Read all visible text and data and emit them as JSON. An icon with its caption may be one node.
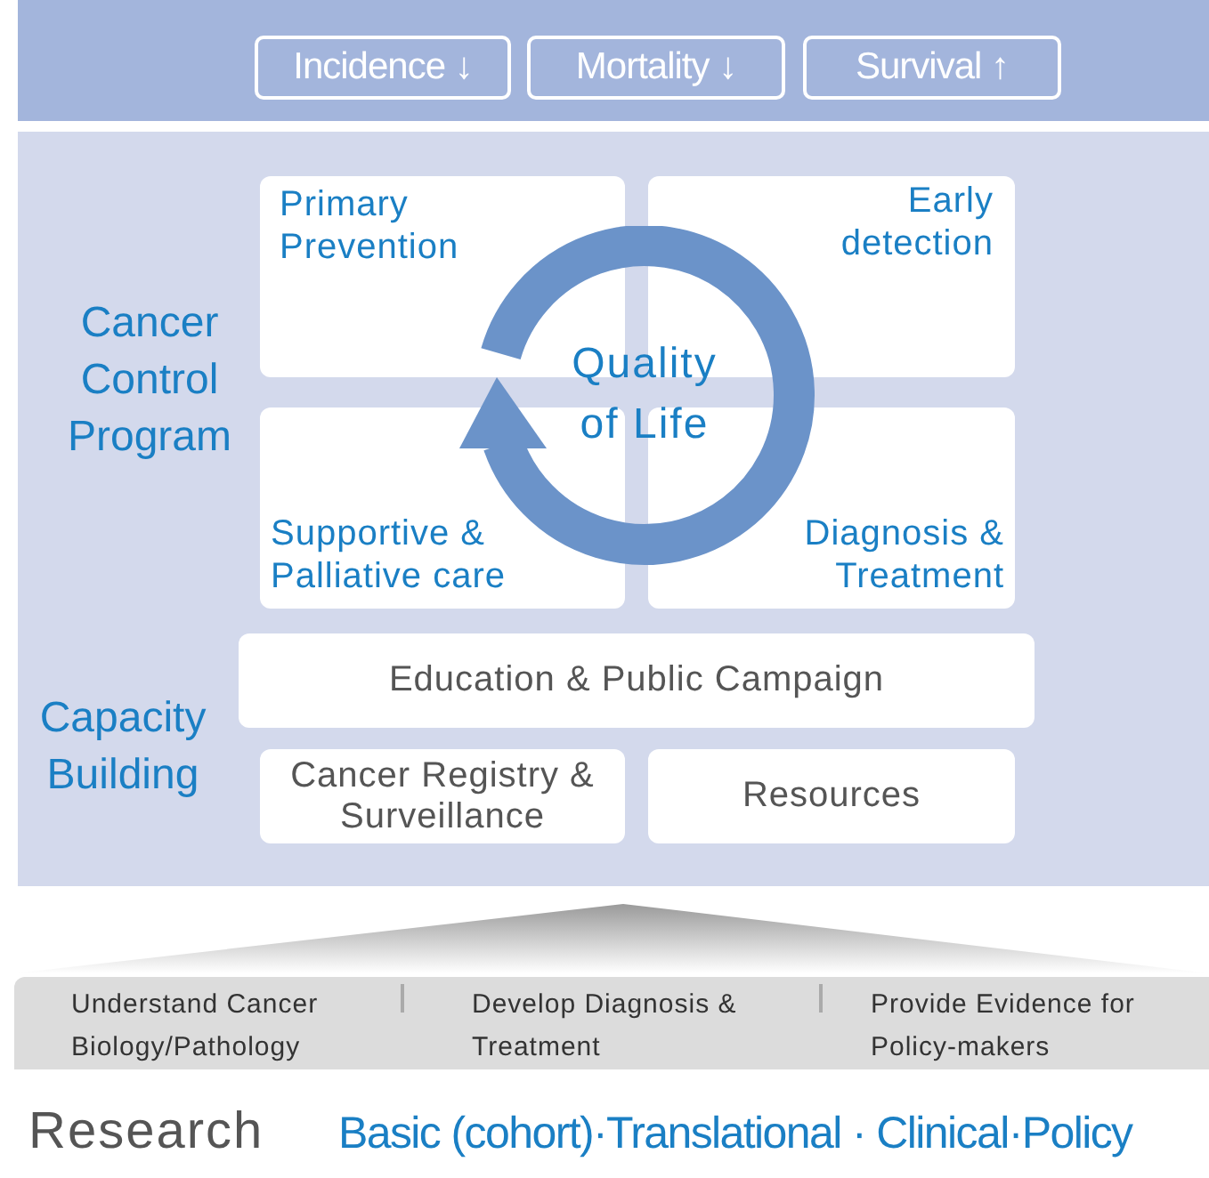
{
  "diagram": {
    "nodes": [
      {
        "text": [
          "Incidence ↓"
        ]
      },
      {
        "text": [
          "Mortality ↓"
        ]
      },
      {
        "text": [
          "Survival ↑"
        ]
      },
      {
        "text": [
          "Primary Prevention"
        ]
      },
      {
        "text": [
          "Early detection"
        ]
      },
      {
        "text": [
          "Supportive & Palliative care"
        ]
      },
      {
        "text": [
          "Diagnosis & Treatment"
        ]
      },
      {
        "text": [
          "Education & Public Campaign"
        ]
      },
      {
        "text": [
          "Cancer Registry & Surveillance"
        ]
      },
      {
        "text": [
          "Resources"
        ]
      },
      {
        "text": [],
        "shape": "triangle"
      }
    ],
    "edges": [],
    "labels": [
      "Cancer Control Program",
      "Quality of Life",
      "Capacity Building",
      "Understand Cancer Biology/Pathology",
      "Develop Diagnosis & Treatment",
      "Provide Evidence for Policy-makers",
      "Research",
      "Basic (cohort)·Translational · Clinical·Policy"
    ]
  }
}
